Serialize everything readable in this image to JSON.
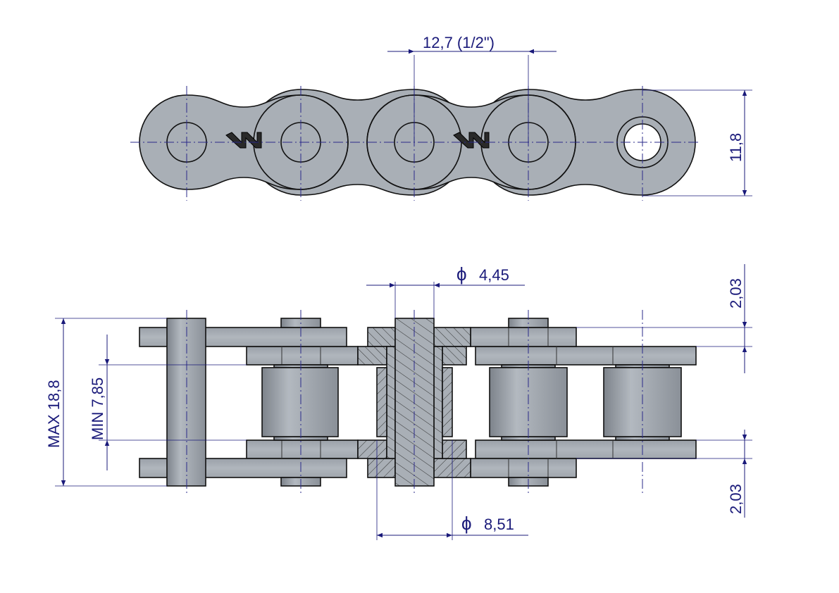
{
  "title_logo": "W",
  "dimensions": {
    "pitch": "12,7  (1/2\")",
    "plate_height": "11,8",
    "pin_diameter": "4,45",
    "roller_diameter": "8,51",
    "max_width": "MAX  18,8",
    "min_inner_width": "MIN 7,85",
    "plate_thickness_top": "2,03",
    "plate_thickness_bottom": "2,03",
    "diameter_symbol": "ϕ"
  },
  "colors": {
    "metal": "#a9afb6",
    "dimension": "#1a1a7a",
    "outline": "#111111"
  }
}
